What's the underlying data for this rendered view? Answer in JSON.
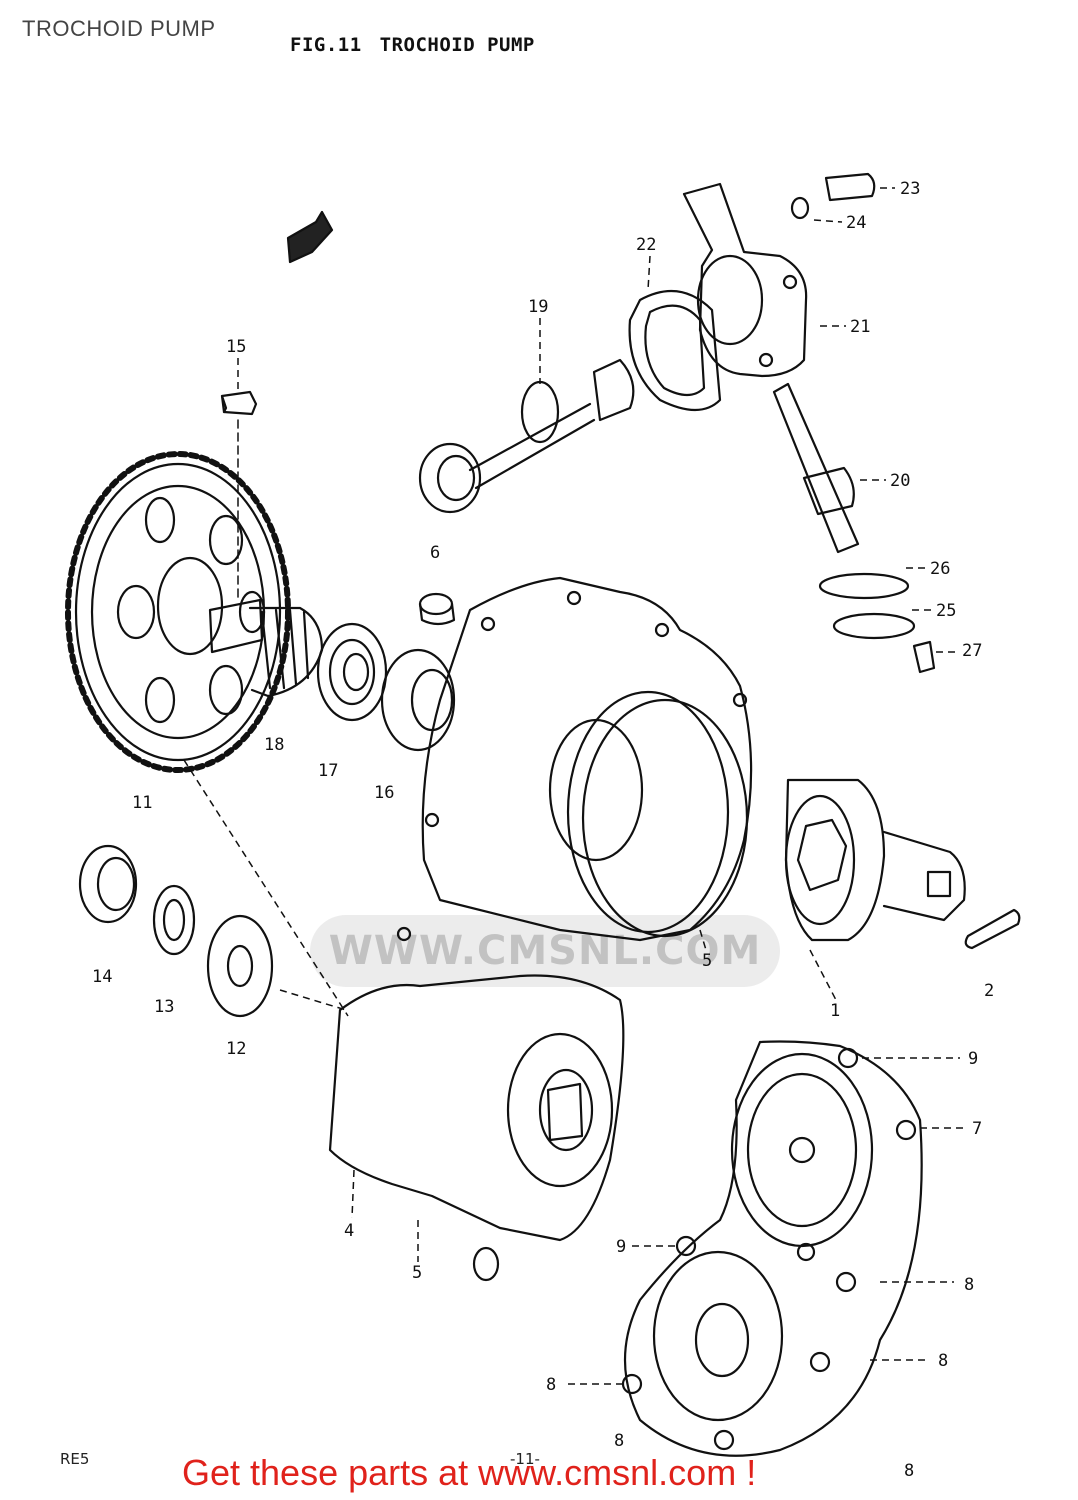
{
  "page_label": "TROCHOID PUMP",
  "figure": {
    "number": "FIG.11",
    "title": "TROCHOID PUMP"
  },
  "watermark": "WWW.CMSNL.COM",
  "footer": {
    "ref": "RE5",
    "page": "-11-",
    "banner": "Get these parts at www.cmsnl.com !"
  },
  "callouts": {
    "c1": "1",
    "c2": "2",
    "c4": "4",
    "c5a": "5",
    "c5b": "5",
    "c6": "6",
    "c7": "7",
    "c8a": "8",
    "c8b": "8",
    "c8c": "8",
    "c8d": "8",
    "c8e": "8",
    "c9a": "9",
    "c9b": "9",
    "c11": "11",
    "c12": "12",
    "c13": "13",
    "c14": "14",
    "c15": "15",
    "c16": "16",
    "c17": "17",
    "c18": "18",
    "c19": "19",
    "c20": "20",
    "c21": "21",
    "c22": "22",
    "c23": "23",
    "c24": "24",
    "c25": "25",
    "c26": "26",
    "c27": "27"
  }
}
